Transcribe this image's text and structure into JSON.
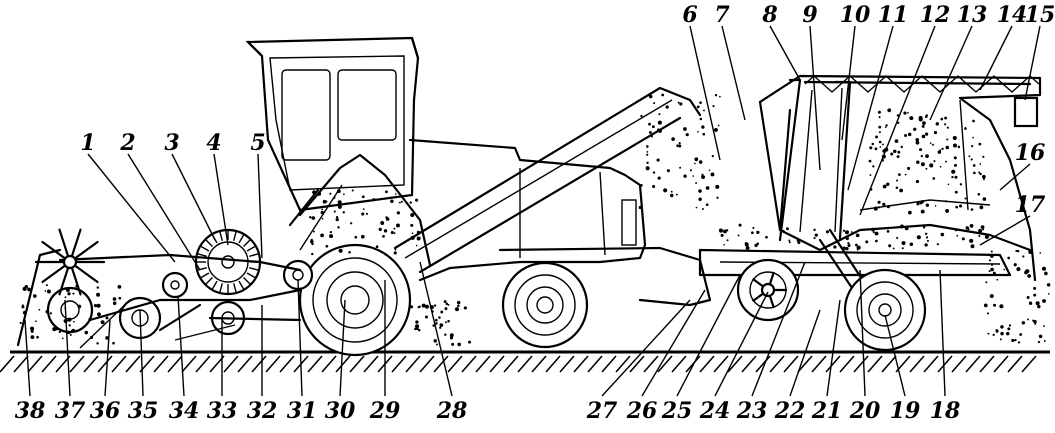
{
  "top_labels": [
    "1",
    "2",
    "3",
    "4",
    "5",
    "6",
    "7",
    "8",
    "9",
    "10",
    "11",
    "12",
    "13",
    "14",
    "15",
    "16",
    "17"
  ],
  "bottom_labels": [
    "38",
    "37",
    "36",
    "35",
    "34",
    "33",
    "32",
    "31",
    "30",
    "29",
    "28",
    "27",
    "26",
    "25",
    "24",
    "23",
    "22",
    "21",
    "20",
    "19",
    "18"
  ]
}
